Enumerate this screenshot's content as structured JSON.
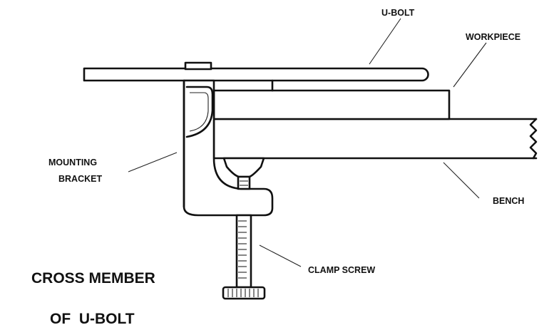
{
  "labels": {
    "u_bolt": "U-BOLT",
    "workpiece": "WORKPIECE",
    "mounting_line1": "MOUNTING",
    "mounting_line2": "BRACKET",
    "bench": "BENCH",
    "clamp_screw": "CLAMP SCREW"
  },
  "caption": {
    "line1": "CROSS MEMBER",
    "line2": "OF  U-BOLT"
  }
}
